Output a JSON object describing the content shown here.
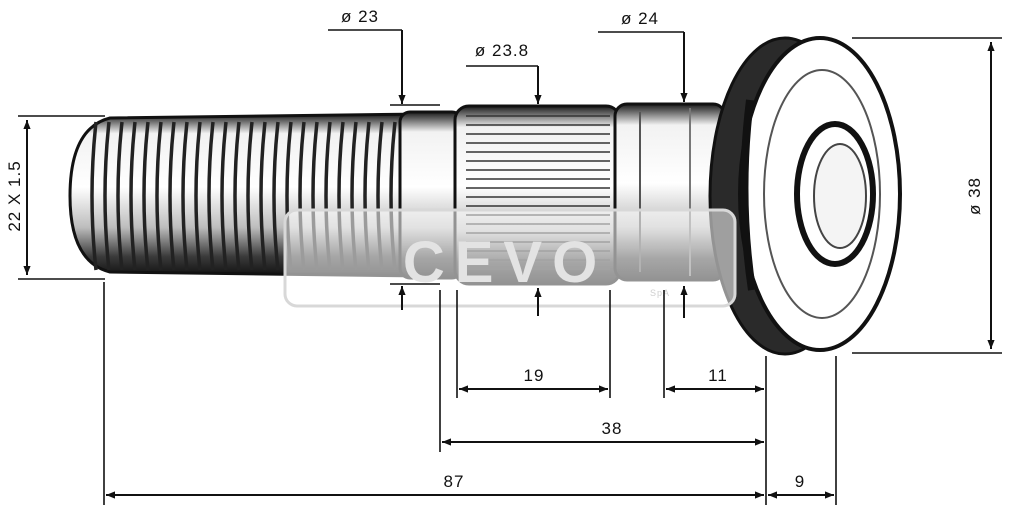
{
  "diagram": {
    "dimensions": {
      "thread": "22 X 1.5",
      "dia_23": "ø 23",
      "dia_23_8": "ø 23.8",
      "dia_24": "ø 24",
      "dia_38": "ø 38",
      "len_19": "19",
      "len_11": "11",
      "len_38": "38",
      "len_87": "87",
      "len_9": "9"
    },
    "watermark": {
      "brand": "CEVO",
      "suffix": "SpA"
    }
  }
}
